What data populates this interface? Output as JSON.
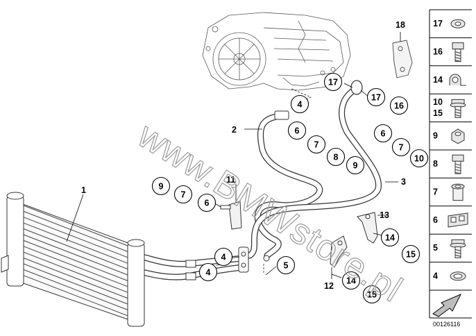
{
  "callouts": {
    "c1": "1",
    "c2": "2",
    "c3": "3",
    "c4a": "4",
    "c4b": "4",
    "c4c": "4",
    "c5": "5",
    "c6a": "6",
    "c6b": "6",
    "c6c": "6",
    "c7a": "7",
    "c7b": "7",
    "c7c": "7",
    "c8": "8",
    "c9a": "9",
    "c9b": "9",
    "c10": "10",
    "c11": "11",
    "c12": "12",
    "c13": "13",
    "c14a": "14",
    "c14b": "14",
    "c15a": "15",
    "c15b": "15",
    "c16": "16",
    "c17a": "17",
    "c17b": "17",
    "c18": "18"
  },
  "legend": [
    {
      "label": "17",
      "icon": "washer-icon"
    },
    {
      "label": "16",
      "icon": "bolt-icon"
    },
    {
      "label": "14",
      "icon": "pipe-clamp-icon"
    },
    {
      "label": "10",
      "label2": "15",
      "icon": "hex-flange-bolt-icon"
    },
    {
      "label": "9",
      "icon": "hex-nut-icon"
    },
    {
      "label": "8",
      "icon": "hex-bolt-icon"
    },
    {
      "label": "7",
      "icon": "sleeve-icon"
    },
    {
      "label": "6",
      "icon": "holder-clip-icon"
    },
    {
      "label": "5",
      "icon": "flange-bolt-icon"
    },
    {
      "label": "4",
      "icon": "sealing-ring-icon"
    }
  ],
  "watermark": "www.BMWstore.pl",
  "diagram_id": "00126116",
  "colors": {
    "line": "#000000",
    "outline": "#555555",
    "bubble_fill": "#ffffff",
    "watermark": "#9a9a9a",
    "arrow_fill": "#bdbdbd"
  }
}
